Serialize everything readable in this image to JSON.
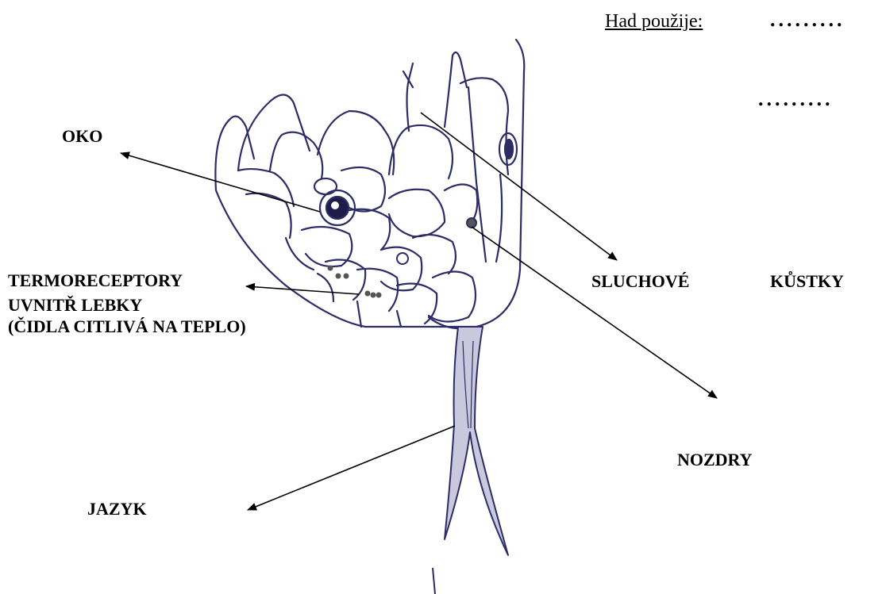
{
  "header": {
    "prompt": "Had použije:",
    "blank_1": ".........",
    "blank_2": "........."
  },
  "labels": {
    "oko": "OKO",
    "termoreceptory_1": "TERMORECEPTORY",
    "termoreceptory_2": "UVNITŘ LEBKY",
    "termoreceptory_3": "(ČIDLA CITLIVÁ NA TEPLO)",
    "sluchove": "SLUCHOVÉ",
    "kustky": "KŮSTKY",
    "nozdry": "NOZDRY",
    "jazyk": "JAZYK"
  },
  "colors": {
    "outline": "#2e2c66",
    "arrow": "#000000",
    "tongue_fill": "#c9c8dc"
  }
}
